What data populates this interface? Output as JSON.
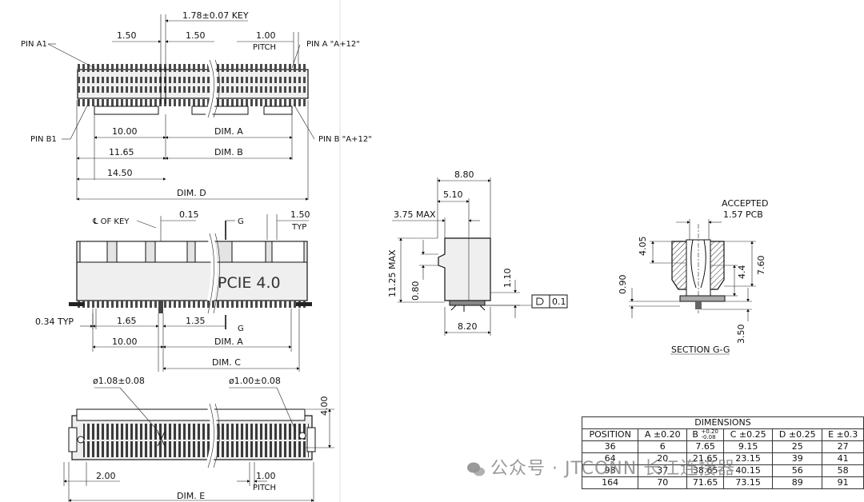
{
  "top_view": {
    "key_label": "1.78±0.07 KEY",
    "dim_150_left": "1.50",
    "dim_150_right": "1.50",
    "pitch_value": "1.00",
    "pitch_label": "PITCH",
    "pin_a1": "PIN A1",
    "pin_a_end": "PIN A \"A+12\"",
    "pin_b1": "PIN B1",
    "pin_b_end": "PIN B \"A+12\"",
    "d1000": "10.00",
    "dim_a": "DIM. A",
    "d1165": "11.65",
    "dim_b": "DIM. B",
    "d1450": "14.50",
    "dim_d": "DIM. D"
  },
  "front_view": {
    "key_center": "℄ OF KEY",
    "d015": "0.15",
    "g_top": "G",
    "d150": "1.50",
    "typ": "TYP",
    "brand_text": "PCIE 4.0",
    "d034": "0.34 TYP",
    "d165": "1.65",
    "d135": "1.35",
    "g_bottom": "G",
    "d1000": "10.00",
    "dim_a": "DIM. A",
    "dim_c": "DIM. C"
  },
  "bottom_view": {
    "hole1": "ø1.08±0.08",
    "hole2": "ø1.00±0.08",
    "d400": "4.00",
    "d200": "2.00",
    "pitch_value": "1.00",
    "pitch_label": "PITCH",
    "dim_e": "DIM. E"
  },
  "side_view": {
    "d880": "8.80",
    "d510": "5.10",
    "d375": "3.75 MAX",
    "d1125": "11.25 MAX",
    "d080": "0.80",
    "d110": "1.10",
    "d820": "8.20",
    "flatness": "0.1"
  },
  "section_view": {
    "accepted": "ACCEPTED",
    "pcb": "1.57 PCB",
    "d405": "4.05",
    "d760": "7.60",
    "d44": "4.4",
    "d090": "0.90",
    "d350": "3.50",
    "title": "SECTION G-G"
  },
  "table": {
    "title": "DIMENSIONS",
    "headers": [
      "POSITION",
      "A ±0.20",
      "B",
      "C ±0.25",
      "D ±0.25",
      "E ±0.3"
    ],
    "b_tol_plus": "+0.20",
    "b_tol_minus": "-0.08",
    "rows": [
      [
        "36",
        "6",
        "7.65",
        "9.15",
        "25",
        "27"
      ],
      [
        "64",
        "20",
        "21.65",
        "23.15",
        "39",
        "41"
      ],
      [
        "98",
        "37",
        "38.65",
        "40.15",
        "56",
        "58"
      ],
      [
        "164",
        "70",
        "71.65",
        "73.15",
        "89",
        "91"
      ]
    ]
  },
  "watermark": "公众号 · JTCONN 长江连接器"
}
